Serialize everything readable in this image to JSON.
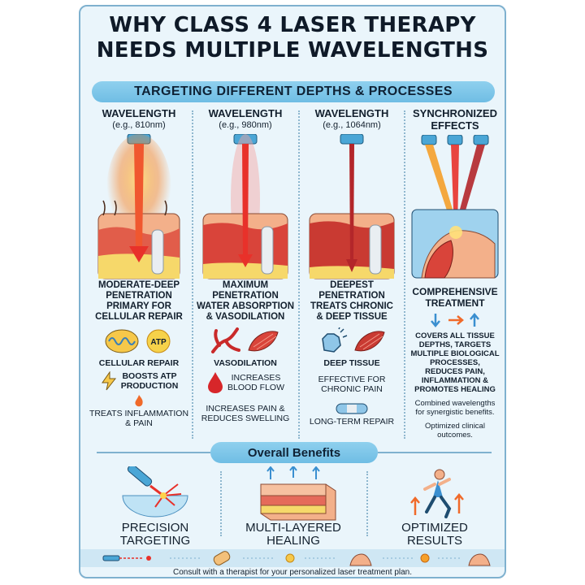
{
  "title": {
    "line1": "WHY CLASS 4 LASER THERAPY",
    "line2": "NEEDS MULTIPLE WAVELENGTHS"
  },
  "subtitle": "TARGETING DIFFERENT DEPTHS & PROCESSES",
  "columns": [
    {
      "heading": "WAVELENGTH",
      "subheading": "(e.g., 810nm)",
      "desc": [
        "MODERATE-DEEP",
        "PENETRATION",
        "PRIMARY FOR",
        "CELLULAR REPAIR"
      ],
      "atp_label": "ATP",
      "item1": "CELLULAR REPAIR",
      "item2": [
        "BOOSTS ATP",
        "PRODUCTION"
      ],
      "item3": [
        "TREATS INFLAMMATION",
        "& PAIN"
      ]
    },
    {
      "heading": "WAVELENGTH",
      "subheading": "(e.g., 980nm)",
      "desc": [
        "MAXIMUM",
        "PENETRATION",
        "WATER ABSORPTION",
        "& VASODILATION"
      ],
      "item1": "VASODILATION",
      "item2": [
        "INCREASES",
        "BLOOD FLOW"
      ],
      "item3": [
        "INCREASES PAIN &",
        "REDUCES SWELLING"
      ]
    },
    {
      "heading": "WAVELENGTH",
      "subheading": "(e.g., 1064nm)",
      "desc": [
        "DEEPEST",
        "PENETRATION",
        "TREATS CHRONIC",
        "& DEEP TISSUE"
      ],
      "item1": "DEEP TISSUE",
      "item2": [
        "EFFECTIVE FOR",
        "CHRONIC PAIN"
      ],
      "item3": [
        "LONG-TERM REPAIR"
      ]
    },
    {
      "heading": "SYNCHRONIZED",
      "subheading": "EFFECTS",
      "desc": [
        "COMPREHENSIVE",
        "TREATMENT"
      ],
      "item1": [
        "COVERS ALL TISSUE",
        "DEPTHS, TARGETS",
        "MULTIPLE BIOLOGICAL",
        "PROCESSES,",
        "REDUCES PAIN,",
        "INFLAMMATION &",
        "PROMOTES HEALING"
      ],
      "item2": [
        "Combined wavelengths",
        "for synergistic benefits."
      ],
      "item3": [
        "Optimized clinical",
        "outcomes."
      ]
    }
  ],
  "benefits_title": "Overall Benefits",
  "benefits": [
    {
      "label": [
        "PRECISION",
        "TARGETING"
      ]
    },
    {
      "label": [
        "MULTI-LAYERED",
        "HEALING"
      ]
    },
    {
      "label": [
        "OPTIMIZED",
        "RESULTS"
      ]
    }
  ],
  "footer": "Consult with a therapist for your personalized laser treatment plan.",
  "colors": {
    "banner": "#7fc6ea",
    "border": "#7fb1cf",
    "laser_red": "#e8312a",
    "laser_orange": "#f59a2a",
    "muscle": "#d9443a",
    "skin": "#f3b08a",
    "fat": "#f6d86a",
    "bone": "#e9eef2"
  },
  "icons": [
    "laser-probe-icon",
    "mitochondria-icon",
    "atp-sun-icon",
    "lightning-icon",
    "flame-icon",
    "blood-vessel-icon",
    "muscle-icon",
    "blood-drop-icon",
    "fist-icon",
    "bandage-icon",
    "shoulder-icon",
    "arrows-icon",
    "tissue-layers-icon",
    "runner-icon"
  ]
}
